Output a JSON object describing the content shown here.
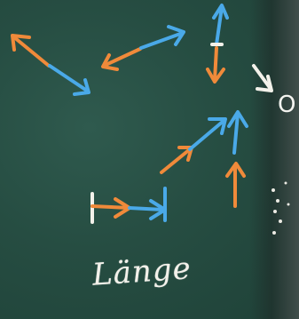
{
  "board": {
    "handwritten_word": "Länge",
    "circle_symbol": "O"
  },
  "colors": {
    "board_green": "#264d42",
    "chalk_orange": "#f08a3a",
    "chalk_blue": "#4aa9e8",
    "chalk_white": "#f3f1ea"
  },
  "icons": {
    "vectors": "chalk-vector-arrows"
  }
}
